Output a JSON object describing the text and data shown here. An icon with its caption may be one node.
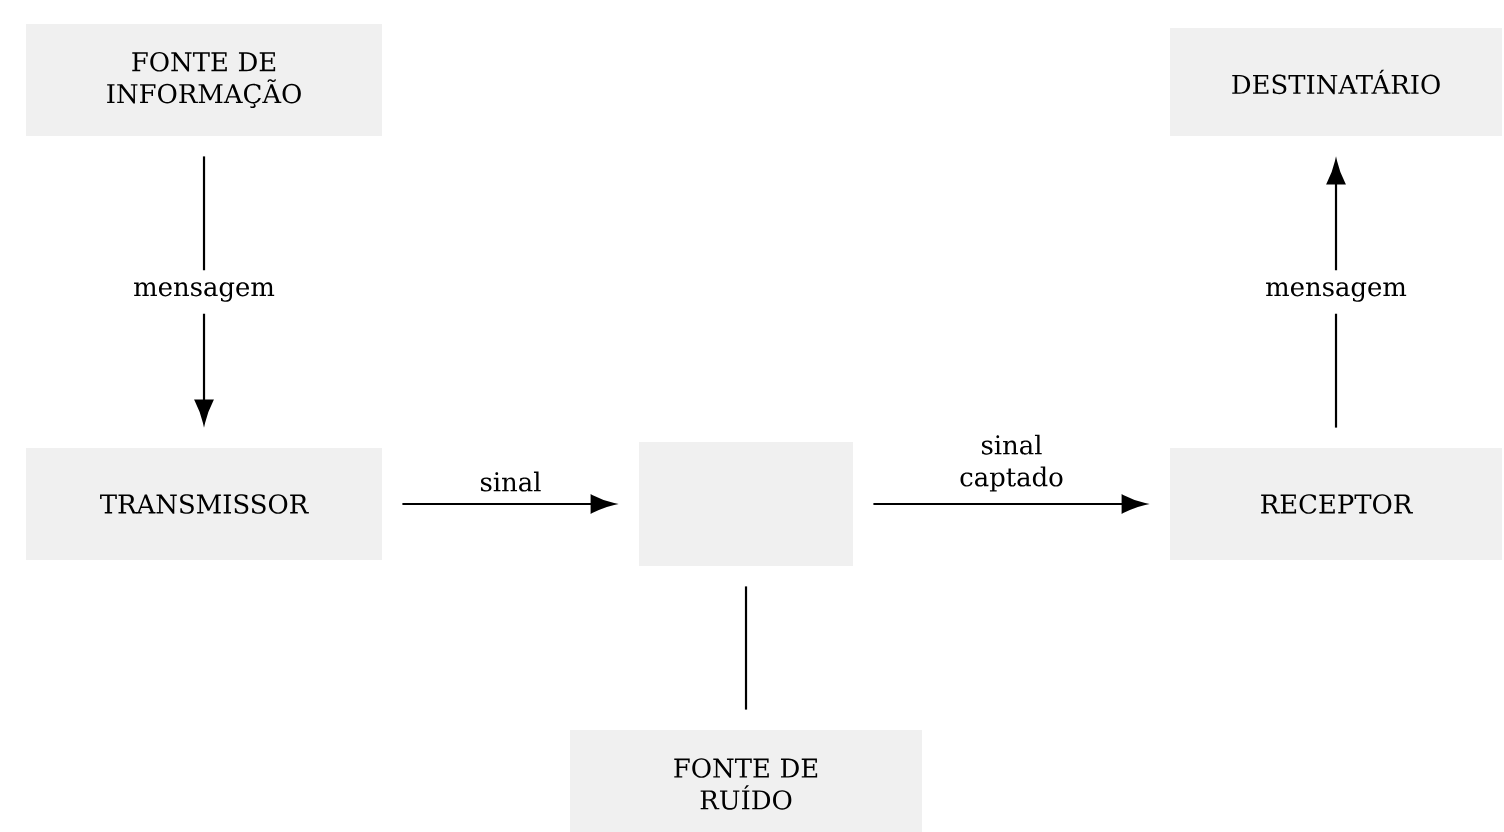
{
  "diagram": {
    "nodes": [
      {
        "text": [
          "FONTE DE INFORMAÇÃO"
        ]
      },
      {
        "text": [
          "DESTINATÁRIO"
        ]
      },
      {
        "text": [
          "TRANSMISSOR"
        ]
      },
      {
        "text": [],
        "shape": "box"
      },
      {
        "text": [
          "RECEPTOR"
        ]
      },
      {
        "text": [
          "FONTE DE RUÍDO"
        ]
      }
    ],
    "edges": [
      {
        "from": 0,
        "to": 2,
        "arrow": "to",
        "label": "mensagem"
      },
      {
        "from": 2,
        "to": 3,
        "arrow": "to",
        "label": "sinal"
      },
      {
        "from": 3,
        "to": 4,
        "arrow": "to",
        "label": "sinal captado"
      },
      {
        "from": 4,
        "to": 1,
        "arrow": "to",
        "label": "mensagem"
      },
      {
        "from": 5,
        "to": 3,
        "arrow": "none"
      }
    ]
  }
}
